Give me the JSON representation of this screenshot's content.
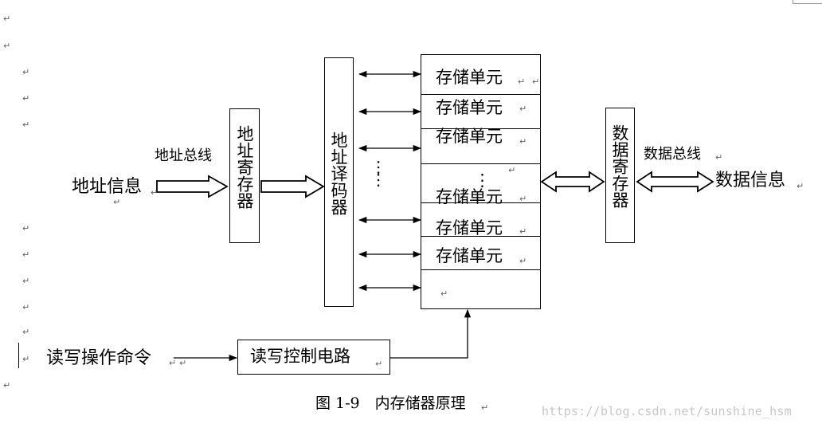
{
  "diagram": {
    "address_info": "地址信息",
    "address_bus": "地址总线",
    "address_register": "地址寄存器",
    "address_decoder": "地址译码器",
    "vertical_dots": "……",
    "memory_cells": [
      "存储单元",
      "存储单元",
      "存储单元",
      "存储单元",
      "存储单元",
      "存储单元"
    ],
    "memory_dots": "⋮",
    "data_register": "数据寄存器",
    "data_bus": "数据总线",
    "data_info": "数据信息",
    "rw_command": "读写操作命令",
    "rw_control": "读写控制电路",
    "caption": "图 1-9　内存储器原理",
    "watermark": "https://blog.csdn.net/sunshine_hsm",
    "paragraph_mark": "↵"
  }
}
